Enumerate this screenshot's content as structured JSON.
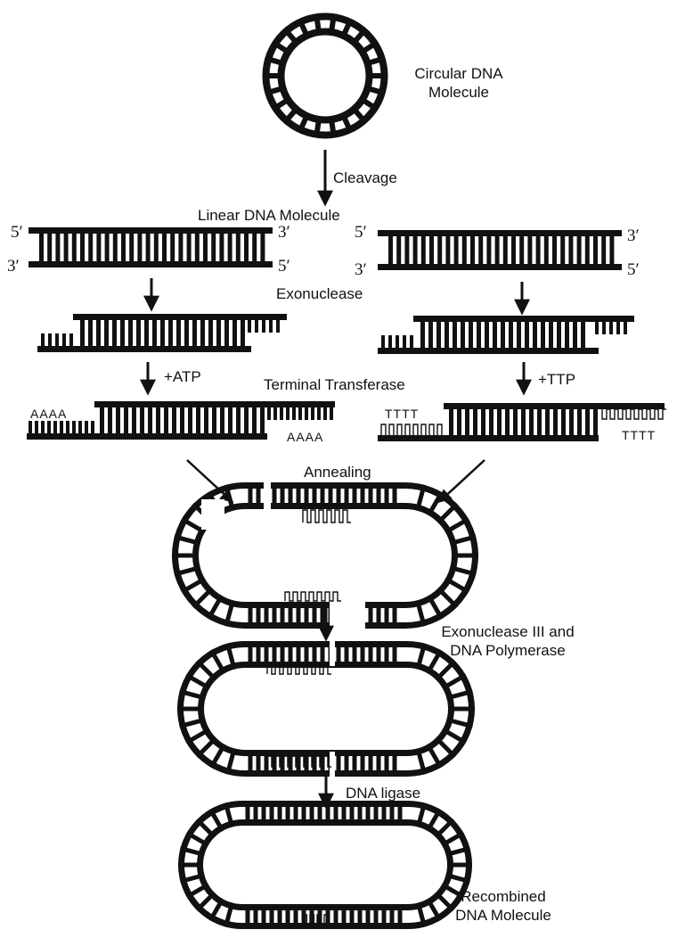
{
  "labels": {
    "circular": [
      "Circular DNA",
      "Molecule"
    ],
    "cleavage": "Cleavage",
    "linear": "Linear DNA Molecule",
    "exonuclease": "Exonuclease",
    "atp": "+ATP",
    "ttp": "+TTP",
    "terminal_transferase": "Terminal Transferase",
    "annealing": "Annealing",
    "exo_pol": [
      "Exonuclease III and",
      "DNA Polymerase"
    ],
    "ligase": "DNA ligase",
    "recombined": [
      "Recombined",
      "DNA Molecule"
    ]
  },
  "ends": {
    "five": "5′",
    "three": "3′"
  },
  "tails": {
    "a_tail": "AAAA",
    "t_tail": "TTTT"
  },
  "colors": {
    "ink": "#111111",
    "paper": "#ffffff"
  }
}
